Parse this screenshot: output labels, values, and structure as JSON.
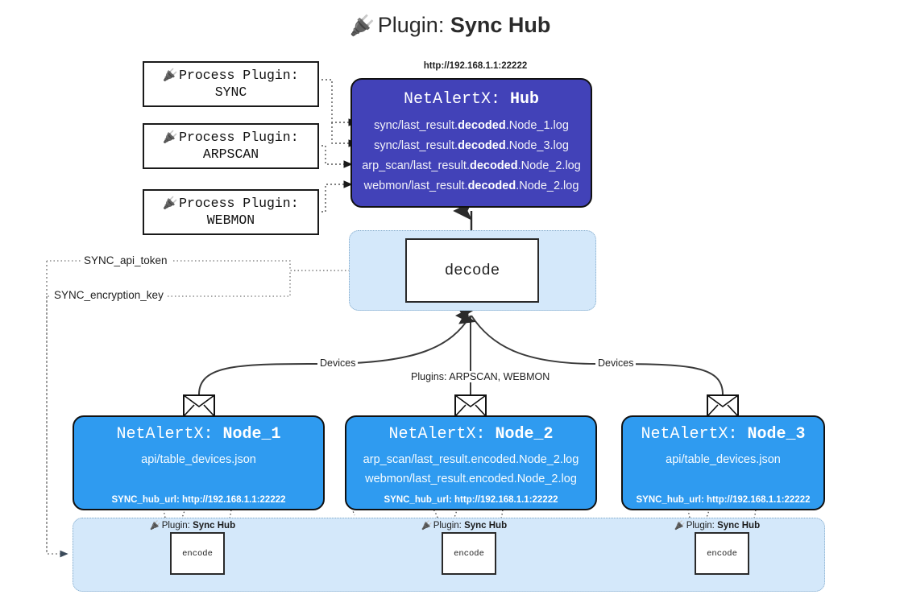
{
  "title": {
    "icon": "plug-icon",
    "prefix": "Plugin: ",
    "name": "Sync Hub"
  },
  "colors": {
    "hub_fill": "#4242b8",
    "node_fill": "#2f9bf0",
    "zone_fill": "#d4e8fa",
    "zone_border": "#7fa8c9",
    "stroke": "#111111",
    "page_bg": "#ffffff"
  },
  "process_plugins": [
    {
      "line1": "Process Plugin:",
      "line2": "SYNC"
    },
    {
      "line1": "Process Plugin:",
      "line2": "ARPSCAN"
    },
    {
      "line1": "Process Plugin:",
      "line2": "WEBMON"
    }
  ],
  "hub": {
    "url": "http://192.168.1.1:22222",
    "title_prefix": "NetAlertX: ",
    "title_name": "Hub",
    "logs": [
      {
        "pre": "sync/last_result.",
        "bold": "decoded",
        "post": ".Node_1.log"
      },
      {
        "pre": "sync/last_result.",
        "bold": "decoded",
        "post": ".Node_3.log"
      },
      {
        "pre": "arp_scan/last_result.",
        "bold": "decoded",
        "post": ".Node_2.log"
      },
      {
        "pre": "webmon/last_result.",
        "bold": "decoded",
        "post": ".Node_2.log"
      }
    ]
  },
  "decode": {
    "box_label": "decode",
    "inputs": [
      {
        "label": "SYNC_api_token"
      },
      {
        "label": "SYNC_encryption_key"
      }
    ]
  },
  "edge_labels": {
    "devices_left": "Devices",
    "devices_right": "Devices",
    "plugins_center": "Plugins: ARPSCAN, WEBMON"
  },
  "nodes": [
    {
      "title_prefix": "NetAlertX: ",
      "title_name": "Node_1",
      "lines": [
        "api/table_devices.json"
      ],
      "footer": "SYNC_hub_url: http://192.168.1.1:22222",
      "icon": "envelope-icon"
    },
    {
      "title_prefix": "NetAlertX: ",
      "title_name": "Node_2",
      "lines": [
        "arp_scan/last_result.encoded.Node_2.log",
        "webmon/last_result.encoded.Node_2.log"
      ],
      "footer": "SYNC_hub_url: http://192.168.1.1:22222",
      "icon": "envelope-icon"
    },
    {
      "title_prefix": "NetAlertX: ",
      "title_name": "Node_3",
      "lines": [
        "api/table_devices.json"
      ],
      "footer": "SYNC_hub_url: http://192.168.1.1:22222",
      "icon": "envelope-icon"
    }
  ],
  "encoders": [
    {
      "plugin_prefix": "Plugin: ",
      "plugin_name": "Sync Hub",
      "box_label": "encode"
    },
    {
      "plugin_prefix": "Plugin: ",
      "plugin_name": "Sync Hub",
      "box_label": "encode"
    },
    {
      "plugin_prefix": "Plugin: ",
      "plugin_name": "Sync Hub",
      "box_label": "encode"
    }
  ]
}
